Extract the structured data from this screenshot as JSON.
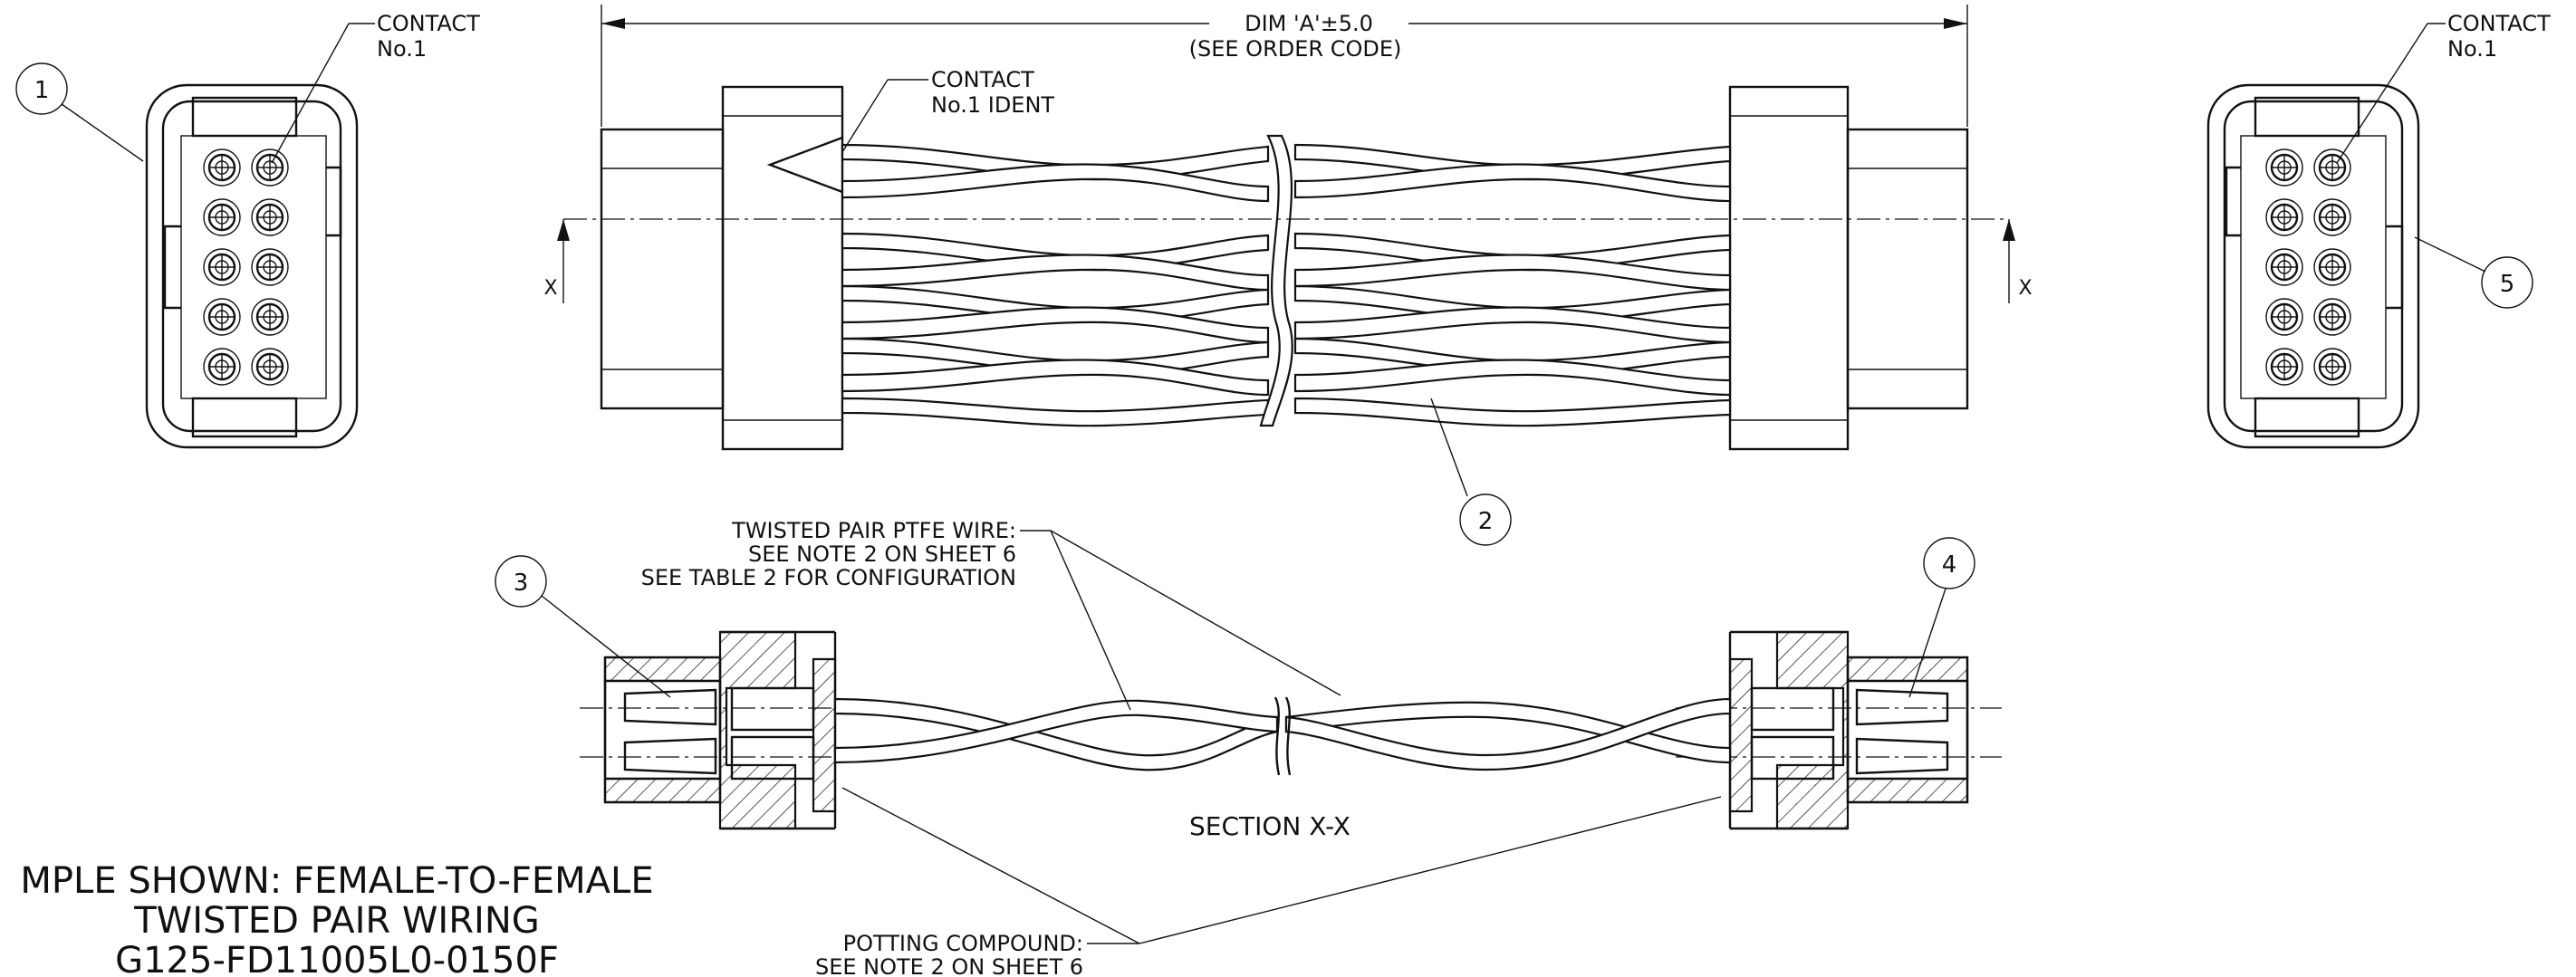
{
  "balloons": {
    "b1": "1",
    "b2": "2",
    "b3": "3",
    "b4": "4",
    "b5": "5"
  },
  "labels": {
    "contact_left_1": "CONTACT",
    "contact_left_2": "No.1",
    "contact_right_1": "CONTACT",
    "contact_right_2": "No.1",
    "dim_1": "DIM 'A'±5.0",
    "dim_2": "(SEE ORDER CODE)",
    "ident_1": "CONTACT",
    "ident_2": "No.1 IDENT",
    "section_mark_left": "X",
    "section_mark_right": "X",
    "wire_1": "TWISTED PAIR PTFE WIRE:",
    "wire_2": "SEE NOTE 2 ON SHEET 6",
    "wire_3": "SEE TABLE 2 FOR CONFIGURATION",
    "section_title": "SECTION  X-X",
    "potting_1": "POTTING COMPOUND:",
    "potting_2": "SEE NOTE 2 ON SHEET 6",
    "example_1": "MPLE SHOWN: FEMALE-TO-FEMALE",
    "example_2": "TWISTED PAIR WIRING",
    "example_3": "G125-FD11005L0-0150F"
  }
}
